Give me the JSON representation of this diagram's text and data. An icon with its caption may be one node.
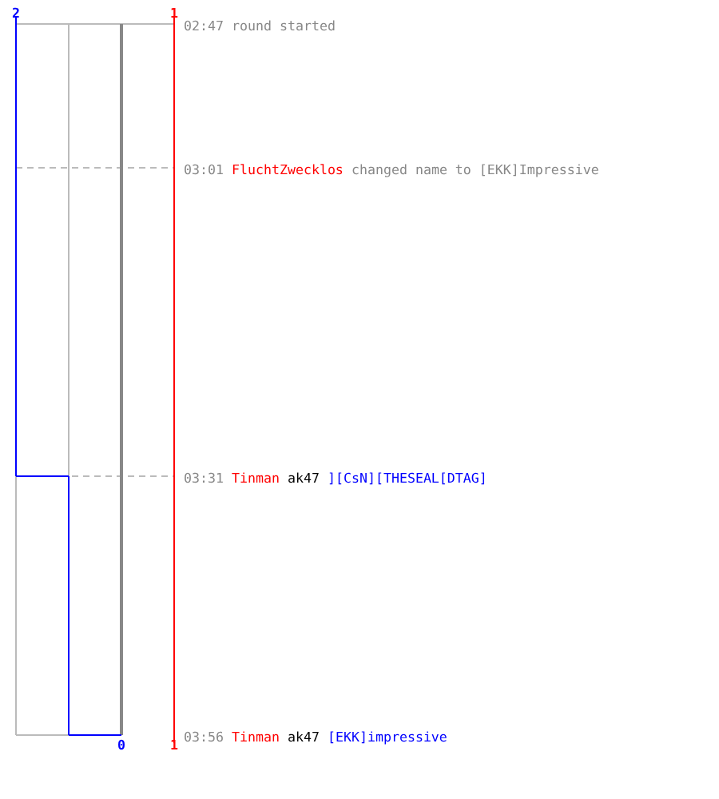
{
  "diagram": {
    "labels": [
      "2",
      "1",
      "02:47",
      "round started",
      "03:01",
      "FluchtZwecklos",
      "changed name to [EKK]Impressive",
      "03:31",
      "Tinman",
      "ak47",
      "][CsN][THESEAL[DTAG]",
      "03:56",
      "Tinman",
      "ak47",
      "[EKK]impressive",
      "0",
      "1"
    ]
  }
}
